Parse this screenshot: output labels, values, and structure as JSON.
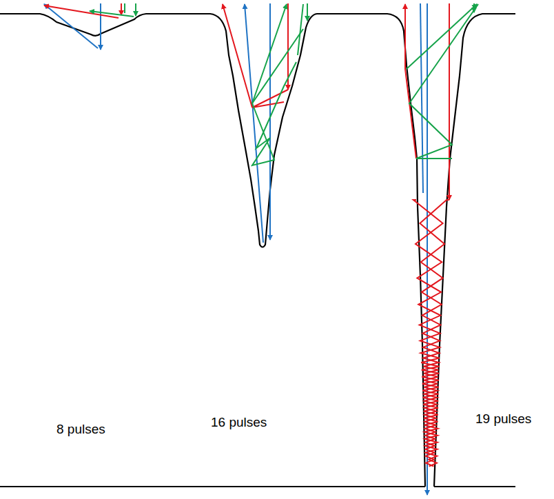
{
  "diagram": {
    "labels": [
      "8 pulses",
      "16 pulses",
      "19 pulses"
    ]
  }
}
